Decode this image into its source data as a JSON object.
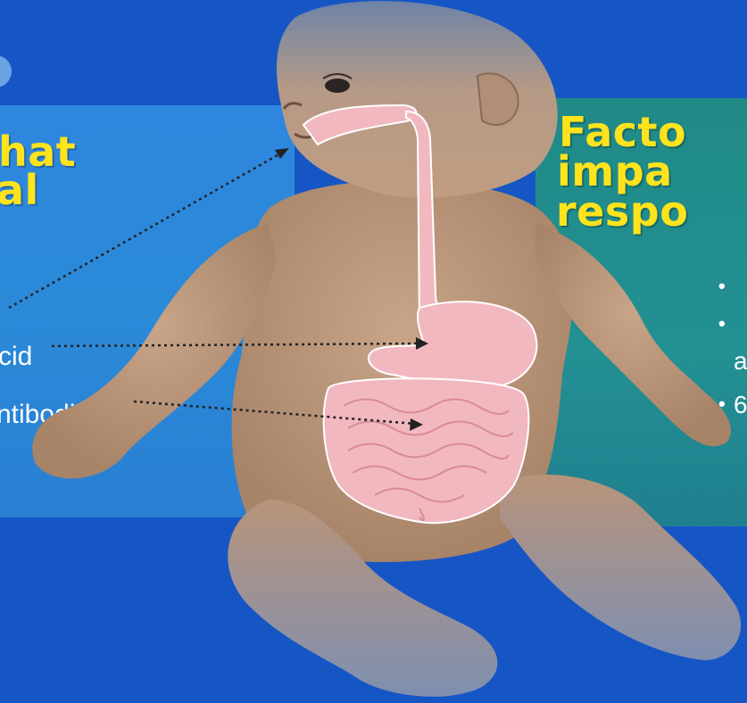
{
  "left_panel": {
    "heading_lines": [
      "hat",
      "al"
    ],
    "labels": [
      "cid",
      "ntibodies"
    ]
  },
  "right_panel": {
    "heading_lines": [
      "Facto",
      "impa",
      "respo"
    ],
    "bullet_texts": [
      "",
      "",
      "a",
      "",
      "6"
    ]
  },
  "illustration": {
    "subject": "infant",
    "highlighted_organs": [
      "mouth",
      "esophagus",
      "stomach",
      "intestines"
    ]
  },
  "colors": {
    "background": "#1656c4",
    "left_panel": "#2a86da",
    "right_panel": "#1f8a86",
    "heading": "#ffe31c",
    "skin": "#b9957a",
    "organ": "#f2b8c0"
  }
}
